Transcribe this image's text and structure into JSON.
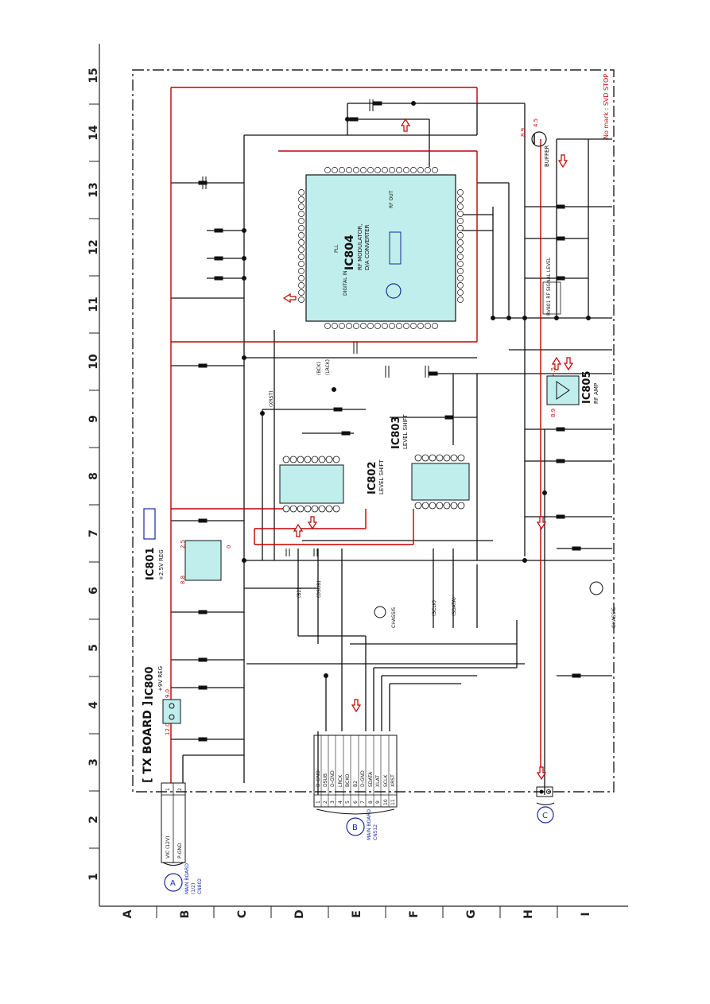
{
  "board_title": "[ TX BOARD ]",
  "grid": {
    "columns": [
      "1",
      "2",
      "3",
      "4",
      "5",
      "6",
      "7",
      "8",
      "9",
      "10",
      "11",
      "12",
      "13",
      "14",
      "15"
    ],
    "rows": [
      "A",
      "B",
      "C",
      "D",
      "E",
      "F",
      "G",
      "H",
      "I"
    ]
  },
  "ics": {
    "ic800": {
      "name": "IC800",
      "desc": "+9V REG"
    },
    "ic801": {
      "name": "IC801",
      "desc": "+2.5V REG"
    },
    "ic802": {
      "name": "IC802",
      "desc": "LEVEL SHIFT"
    },
    "ic803": {
      "name": "IC803",
      "desc": "LEVEL SHIFT"
    },
    "ic804": {
      "name": "IC804",
      "desc1": "RF MODULATOR,",
      "desc2": "D/A CONVERTER"
    },
    "ic805": {
      "name": "IC805",
      "desc": "RF AMP"
    }
  },
  "connectors": {
    "cn1": {
      "ref": "A",
      "board": "MAIN BOARD",
      "sub": "(1/2)",
      "cn": "CN802",
      "pins": [
        "1",
        "2"
      ],
      "signals": [
        "VIC (12V)",
        "P-GND"
      ]
    },
    "cn2": {
      "ref": "B",
      "board": "MAIN BOARD",
      "sub": "CN512",
      "pins": [
        "1",
        "2",
        "3",
        "4",
        "5",
        "6",
        "7",
        "8",
        "9",
        "10",
        "11"
      ],
      "signals": [
        "D-GND",
        "DSUB",
        "D-GND",
        "LRCK",
        "BCKO",
        "B2",
        "D-GND",
        "SDATA",
        "XLAT",
        "SCLK",
        "XRST"
      ]
    },
    "cn3": {
      "ref": "C"
    }
  },
  "labels": {
    "buffer": "BUFFER",
    "rf_level": "RV801 RF SIGNAL LEVEL",
    "no_mark": "No mark : SVD STOP",
    "chassis1": "CHASSIS",
    "chassis2": "CHASSIS",
    "pll": "PLL",
    "digital_in": "DIGITAL IN",
    "rf_out": "RF OUT",
    "lrck_net": "(LRCK)",
    "bck_net": "(BCK)",
    "sdata_net": "(SDATA)",
    "xrst_net": "(XRST)",
    "sclk_net": "(SCLK)",
    "b2_net": "(B2)",
    "dsub_net": "(DSUB)"
  },
  "voltages": {
    "ic800_in": "12.0",
    "ic800_out": "9.0",
    "ic801_in": "8.8",
    "ic801_out": "2.5",
    "ic801_g": "0",
    "buffer_v1": "8.9",
    "buffer_v2": "4.5",
    "ic805_v1": "8.9",
    "ic805_v2": "4.5"
  },
  "colors": {
    "wire": "#111111",
    "power": "#c00000",
    "ic_fill": "#bfeeed",
    "ic_label_blue": "#1a2a9c",
    "volt_red": "#cc1111"
  }
}
